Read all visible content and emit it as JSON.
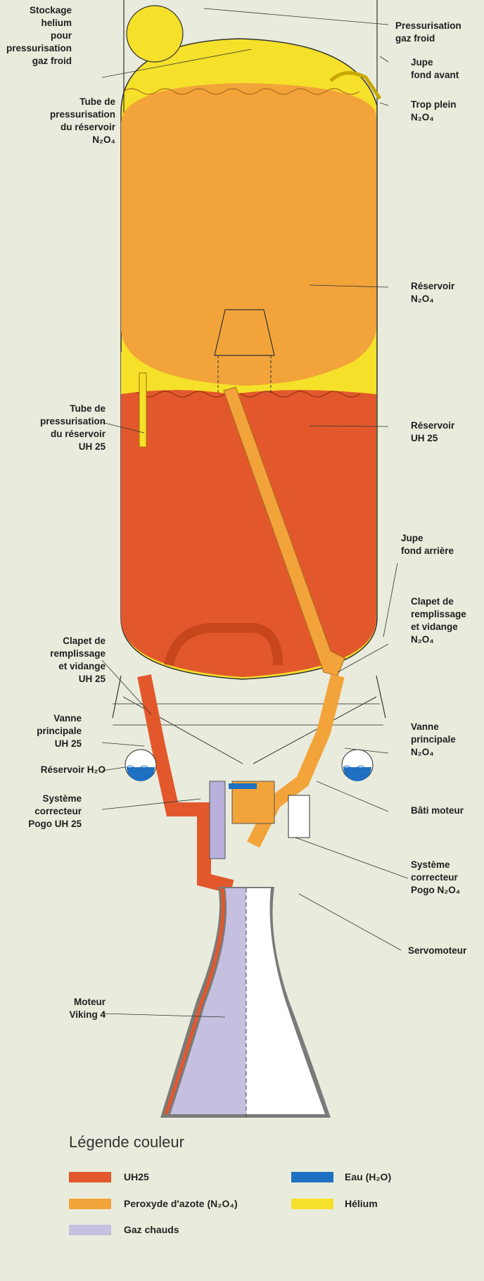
{
  "labels": {
    "stockage_helium": [
      "Stockage",
      "helium",
      "pour",
      "pressurisation",
      "gaz froid"
    ],
    "pressurisation_gaz_froid": [
      "Pressurisation",
      "gaz froid"
    ],
    "jupe_fond_avant": [
      "Jupe",
      "fond avant"
    ],
    "tube_press_n2o4": [
      "Tube de",
      "pressurisation",
      "du réservoir",
      "N₂O₄"
    ],
    "trop_plein": [
      "Trop plein",
      "N₂O₄"
    ],
    "reservoir_n2o4": [
      "Réservoir",
      "N₂O₄"
    ],
    "tube_press_uh25": [
      "Tube de",
      "pressurisation",
      "du réservoir",
      "UH 25"
    ],
    "reservoir_uh25": [
      "Réservoir",
      "UH 25"
    ],
    "jupe_fond_arriere": [
      "Jupe",
      "fond arrière"
    ],
    "clapet_n2o4": [
      "Clapet de",
      "remplissage",
      "et vidange",
      "N₂O₄"
    ],
    "clapet_uh25": [
      "Clapet de",
      "remplissage",
      "et vidange",
      "UH 25"
    ],
    "vanne_uh25": [
      "Vanne",
      "principale",
      "UH 25"
    ],
    "vanne_n2o4": [
      "Vanne",
      "principale",
      "N₂O₄"
    ],
    "reservoir_h2o": [
      "Réservoir H₂O"
    ],
    "pogo_uh25": [
      "Système",
      "correcteur",
      "Pogo UH 25"
    ],
    "bati_moteur": [
      "Bâti moteur"
    ],
    "pogo_n2o4": [
      "Système",
      "correcteur",
      "Pogo N₂O₄"
    ],
    "servomoteur": [
      "Servomoteur"
    ],
    "moteur": [
      "Moteur",
      "Viking 4"
    ]
  },
  "legend": {
    "title": "Légende couleur",
    "items": [
      {
        "label": "UH25",
        "color": "#e2582c"
      },
      {
        "label": "Peroxyde d'azote  (N₂O₄)",
        "color": "#f2a33a"
      },
      {
        "label": "Gaz chauds",
        "color": "#c5bfe0"
      },
      {
        "label": "Eau  (H₂O)",
        "color": "#1e70c0"
      },
      {
        "label": "Hélium",
        "color": "#f5e02a"
      }
    ]
  },
  "colors": {
    "background": "#e9ecdc",
    "uh25": "#e2582c",
    "n2o4": "#f2a33a",
    "hot_gas": "#c5bfe0",
    "water": "#1e70c0",
    "helium": "#f5e02a",
    "nozzle_white": "#ffffff",
    "nozzle_grey": "#7a7a7a"
  }
}
